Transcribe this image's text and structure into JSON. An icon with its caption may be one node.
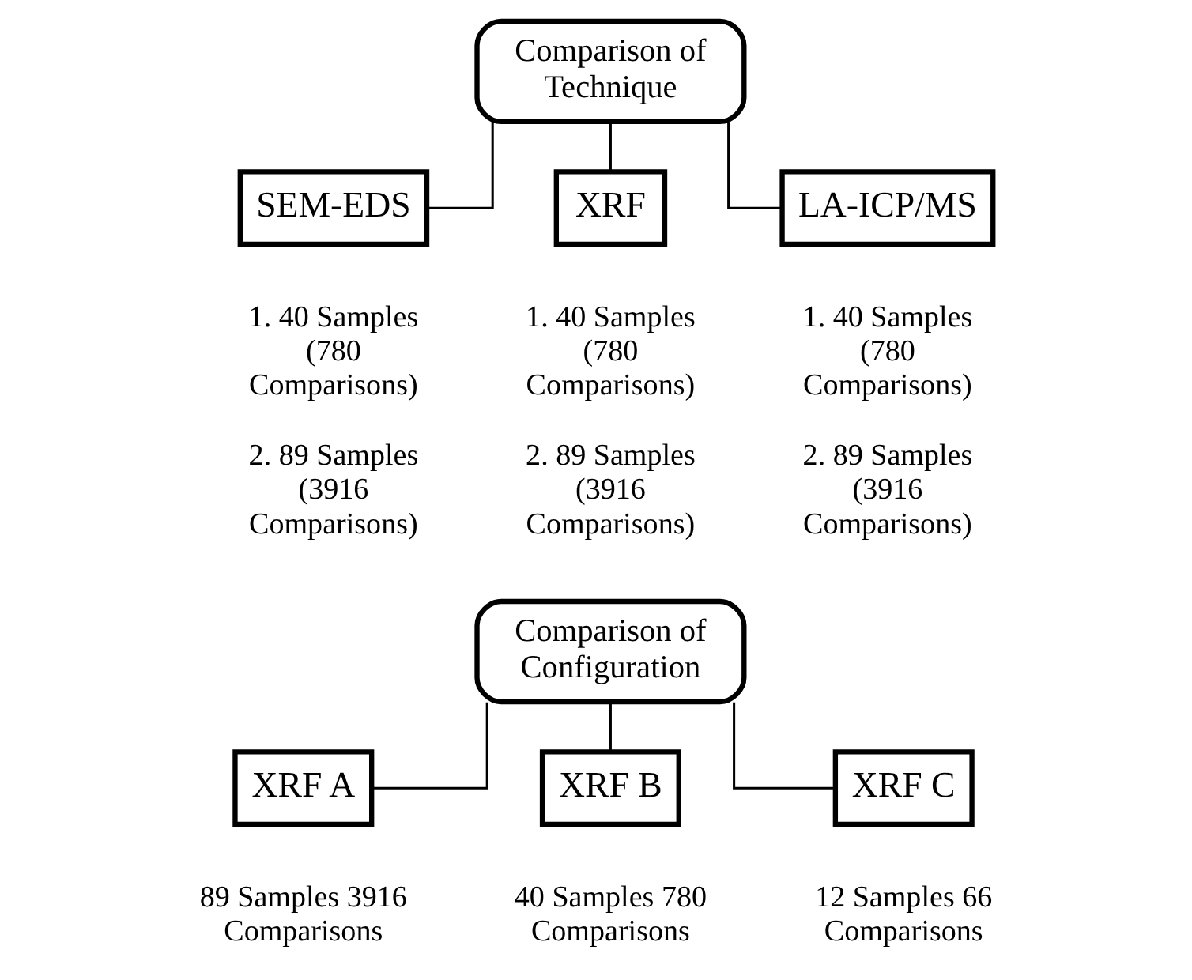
{
  "diagram": {
    "nodes": [
      {
        "text": [
          "Comparison of Technique"
        ]
      },
      {
        "text": [
          "SEM-EDS"
        ],
        "beside": [
          "1. 40 Samples (780 Comparisons)",
          "2. 89 Samples (3916 Comparisons)"
        ]
      },
      {
        "text": [
          "XRF"
        ],
        "beside": [
          "1. 40 Samples (780 Comparisons)",
          "2. 89 Samples (3916 Comparisons)"
        ]
      },
      {
        "text": [
          "LA-ICP/MS"
        ],
        "beside": [
          "1. 40 Samples (780 Comparisons)",
          "2. 89 Samples (3916 Comparisons)"
        ]
      },
      {
        "text": [
          "Comparison of Configuration"
        ]
      },
      {
        "text": [
          "XRF A"
        ],
        "beside": [
          "89 Samples 3916 Comparisons"
        ]
      },
      {
        "text": [
          "XRF B"
        ],
        "beside": [
          "40 Samples 780 Comparisons"
        ]
      },
      {
        "text": [
          "XRF C"
        ],
        "beside": [
          "12 Samples 66 Comparisons"
        ]
      }
    ],
    "edges": [
      {
        "from": 0,
        "to": 1,
        "arrow": "none"
      },
      {
        "from": 0,
        "to": 2,
        "arrow": "none"
      },
      {
        "from": 0,
        "to": 3,
        "arrow": "none"
      },
      {
        "from": 4,
        "to": 5,
        "arrow": "none"
      },
      {
        "from": 4,
        "to": 6,
        "arrow": "none"
      },
      {
        "from": 4,
        "to": 7,
        "arrow": "none"
      }
    ]
  }
}
